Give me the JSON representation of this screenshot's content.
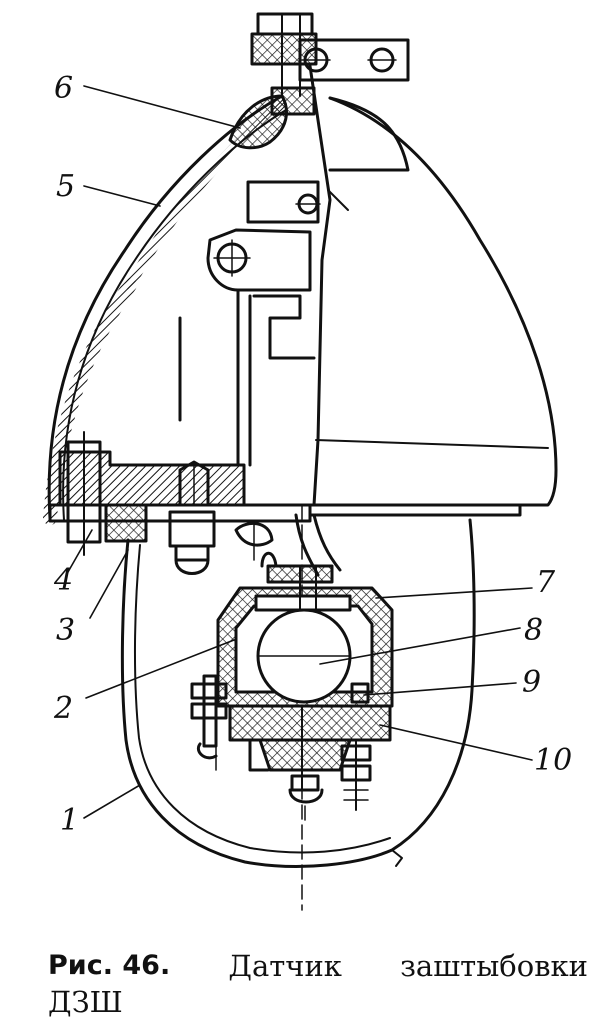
{
  "labels": [
    {
      "id": "6",
      "text": "6"
    },
    {
      "id": "5",
      "text": "5"
    },
    {
      "id": "4",
      "text": "4"
    },
    {
      "id": "3",
      "text": "3"
    },
    {
      "id": "2",
      "text": "2"
    },
    {
      "id": "1",
      "text": "1"
    },
    {
      "id": "7",
      "text": "7"
    },
    {
      "id": "8",
      "text": "8"
    },
    {
      "id": "9",
      "text": "9"
    },
    {
      "id": "10",
      "text": "10"
    }
  ],
  "caption": {
    "figure_number": "Рис. 46.",
    "word1": "Датчик",
    "word2": "заштыбовки",
    "line2": "ДЗШ"
  }
}
